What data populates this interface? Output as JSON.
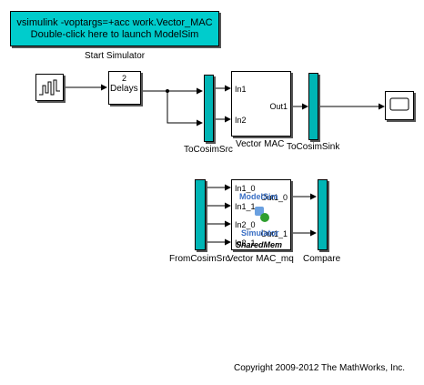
{
  "launch_box": {
    "line1": "vsimulink  -voptargs=+acc work.Vector_MAC",
    "line2": "Double-click here to launch ModelSim",
    "caption": "Start Simulator"
  },
  "delay_block": {
    "value": "2",
    "label": "Delays"
  },
  "vector_mac": {
    "label": "Vector MAC",
    "in1": "In1",
    "in2": "In2",
    "out1": "Out1"
  },
  "to_cosim_src": {
    "label": "ToCosimSrc"
  },
  "to_cosim_sink": {
    "label": "ToCosimSink"
  },
  "from_cosim_src": {
    "label": "FromCosimSrc"
  },
  "vector_mac_mq": {
    "label": "Vector MAC_mq",
    "in1_0": "In1_0",
    "in1_1": "In1_1",
    "in2_0": "In2_0",
    "in2_1": "In2_1",
    "out1_0": "Out1_0",
    "out1_1": "Out1_1",
    "logo_top": "ModelSim",
    "logo_bottom": "Simulator",
    "shared_mem": "SharedMem"
  },
  "compare": {
    "label": "Compare"
  },
  "copyright": "Copyright 2009-2012 The MathWorks, Inc.",
  "colors": {
    "cosim_bar": "#00b5b5",
    "launch_box": "#00cccc",
    "logo": "#3a6fc4"
  }
}
